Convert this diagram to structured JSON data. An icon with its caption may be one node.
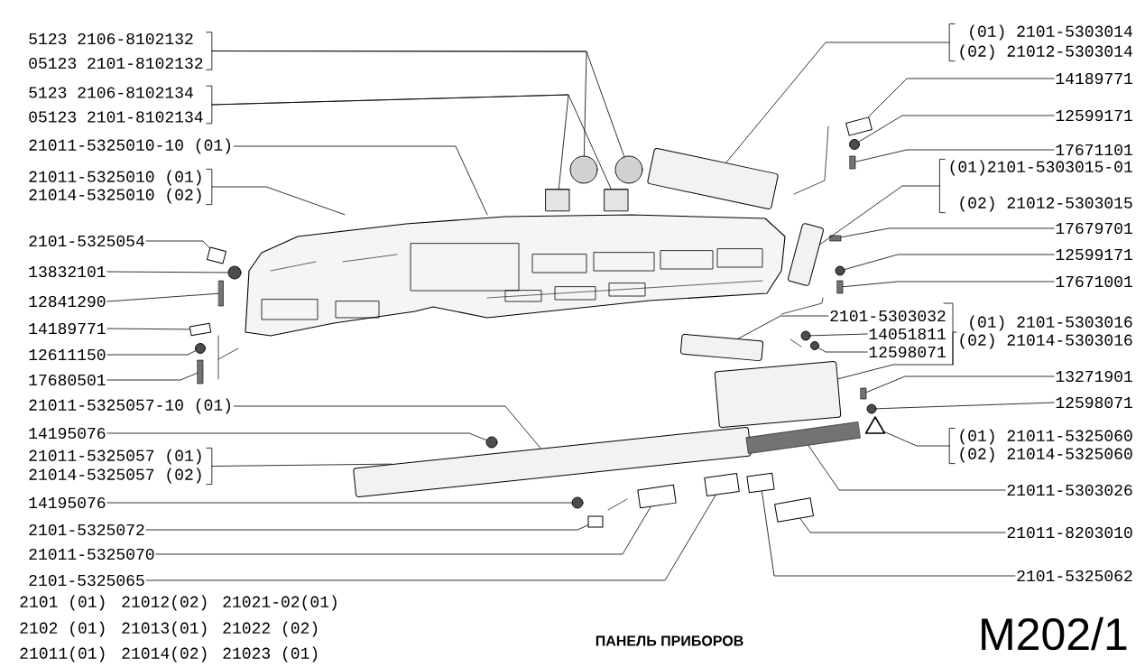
{
  "diagram": {
    "title": "ПАНЕЛЬ ПРИБОРОВ",
    "nodes": [
      {
        "text": [
          "5123 2106-8102132",
          "05123 2101-8102132"
        ]
      },
      {
        "text": [
          "5123 2106-8102134",
          "05123 2101-8102134"
        ]
      },
      {
        "text": [
          "21011-5325010-10 (01)"
        ]
      },
      {
        "text": [
          "21011-5325010 (01)",
          "21014-5325010 (02)"
        ]
      },
      {
        "text": [
          "2101-5325054"
        ]
      },
      {
        "text": [
          "13832101"
        ]
      },
      {
        "text": [
          "12841290"
        ]
      },
      {
        "text": [
          "14189771"
        ]
      },
      {
        "text": [
          "12611150"
        ]
      },
      {
        "text": [
          "17680501"
        ]
      },
      {
        "text": [
          "21011-5325057-10 (01)"
        ]
      },
      {
        "text": [
          "14195076"
        ]
      },
      {
        "text": [
          "21011-5325057 (01)",
          "21014-5325057 (02)"
        ]
      },
      {
        "text": [
          "14195076"
        ]
      },
      {
        "text": [
          "2101-5325072"
        ]
      },
      {
        "text": [
          "21011-5325070"
        ]
      },
      {
        "text": [
          "2101-5325065"
        ]
      },
      {
        "text": [
          "(01) 2101-5303014",
          "(02) 21012-5303014"
        ]
      },
      {
        "text": [
          "14189771"
        ]
      },
      {
        "text": [
          "12599171"
        ]
      },
      {
        "text": [
          "17671101"
        ]
      },
      {
        "text": [
          "(01)2101-5303015-01",
          "(02) 21012-5303015"
        ]
      },
      {
        "text": [
          "17679701"
        ]
      },
      {
        "text": [
          "12599171"
        ]
      },
      {
        "text": [
          "17671001"
        ]
      },
      {
        "text": [
          "2101-5303032"
        ]
      },
      {
        "text": [
          "14051811"
        ]
      },
      {
        "text": [
          "12598071"
        ]
      },
      {
        "text": [
          "(01) 2101-5303016",
          "(02) 21014-5303016"
        ]
      },
      {
        "text": [
          "13271901"
        ]
      },
      {
        "text": [
          "12598071"
        ]
      },
      {
        "text": [
          "(01) 21011-5325060",
          "(02) 21014-5325060"
        ]
      },
      {
        "text": [
          "21011-5303026"
        ]
      },
      {
        "text": [
          "21011-8203010"
        ]
      },
      {
        "text": [
          "2101-5325062"
        ]
      },
      {
        "text": [],
        "shape": "box"
      },
      {
        "text": [],
        "shape": "box"
      },
      {
        "text": [],
        "shape": "circle"
      },
      {
        "text": [],
        "shape": "bar"
      },
      {
        "text": [],
        "shape": "bar"
      },
      {
        "text": [],
        "shape": "circle"
      },
      {
        "text": [],
        "shape": "picture"
      },
      {
        "text": [],
        "shape": "picture"
      },
      {
        "text": [],
        "shape": "circle"
      },
      {
        "text": [],
        "shape": "circle"
      },
      {
        "text": [],
        "shape": "cylinder"
      },
      {
        "text": [],
        "shape": "circle"
      },
      {
        "text": [],
        "shape": "box"
      },
      {
        "text": [],
        "shape": "circle"
      },
      {
        "text": [],
        "shape": "cylinder"
      },
      {
        "text": [],
        "shape": "box"
      },
      {
        "text": [],
        "shape": "picture"
      },
      {
        "text": [],
        "shape": "box"
      },
      {
        "text": [],
        "shape": "picture"
      },
      {
        "text": [],
        "shape": "box"
      },
      {
        "text": [],
        "shape": "picture"
      },
      {
        "text": [],
        "shape": "box"
      },
      {
        "text": [],
        "shape": "picture"
      },
      {
        "text": [],
        "shape": "bar"
      },
      {
        "text": [],
        "shape": "circle"
      },
      {
        "text": [],
        "shape": "circle"
      },
      {
        "text": [],
        "shape": "bar"
      },
      {
        "text": [],
        "shape": "circle"
      },
      {
        "text": [],
        "shape": "bar"
      },
      {
        "text": [],
        "shape": "box"
      },
      {
        "text": [],
        "shape": "circle"
      },
      {
        "text": [],
        "shape": "bar"
      },
      {
        "text": [],
        "shape": "bar"
      },
      {
        "text": [],
        "shape": "circle"
      },
      {
        "text": [],
        "shape": "triangle"
      }
    ],
    "edges": [
      {
        "from": 0,
        "to": 44,
        "arrow": "none"
      },
      {
        "from": 0,
        "to": 48,
        "arrow": "none"
      },
      {
        "from": 1,
        "to": 45,
        "arrow": "none"
      },
      {
        "from": 1,
        "to": 49,
        "arrow": "none"
      },
      {
        "from": 2,
        "to": 41,
        "arrow": "none"
      },
      {
        "from": 3,
        "to": 41,
        "arrow": "none"
      },
      {
        "from": 4,
        "to": 35,
        "arrow": "none"
      },
      {
        "from": 5,
        "to": 40,
        "arrow": "none"
      },
      {
        "from": 6,
        "to": 39,
        "arrow": "none"
      },
      {
        "from": 7,
        "to": 36,
        "arrow": "none"
      },
      {
        "from": 8,
        "to": 37,
        "arrow": "none"
      },
      {
        "from": 9,
        "to": 38,
        "arrow": "none"
      },
      {
        "from": 10,
        "to": 42,
        "arrow": "none"
      },
      {
        "from": 11,
        "to": 43,
        "arrow": "none"
      },
      {
        "from": 12,
        "to": 42,
        "arrow": "none"
      },
      {
        "from": 13,
        "to": 46,
        "arrow": "none"
      },
      {
        "from": 14,
        "to": 47,
        "arrow": "none"
      },
      {
        "from": 15,
        "to": 50,
        "arrow": "none"
      },
      {
        "from": 16,
        "to": 52,
        "arrow": "none"
      },
      {
        "from": 17,
        "to": 51,
        "arrow": "none"
      },
      {
        "from": 18,
        "to": 64,
        "arrow": "none"
      },
      {
        "from": 19,
        "to": 65,
        "arrow": "none"
      },
      {
        "from": 20,
        "to": 66,
        "arrow": "none"
      },
      {
        "from": 21,
        "to": 57,
        "arrow": "none"
      },
      {
        "from": 22,
        "to": 61,
        "arrow": "none"
      },
      {
        "from": 23,
        "to": 62,
        "arrow": "none"
      },
      {
        "from": 24,
        "to": 63,
        "arrow": "none"
      },
      {
        "from": 25,
        "to": 53,
        "arrow": "none"
      },
      {
        "from": 26,
        "to": 59,
        "arrow": "none"
      },
      {
        "from": 27,
        "to": 60,
        "arrow": "none"
      },
      {
        "from": 28,
        "to": 55,
        "arrow": "none"
      },
      {
        "from": 29,
        "to": 67,
        "arrow": "none"
      },
      {
        "from": 30,
        "to": 68,
        "arrow": "none"
      },
      {
        "from": 31,
        "to": 69,
        "arrow": "none"
      },
      {
        "from": 32,
        "to": 58,
        "arrow": "none"
      },
      {
        "from": 33,
        "to": 56,
        "arrow": "none"
      },
      {
        "from": 34,
        "to": 54,
        "arrow": "none"
      }
    ],
    "labels": [
      "2101 (01)",
      "21012(02)",
      "21021-02(01)",
      "2102 (01)",
      "21013(01)",
      "21022 (02)",
      "21011(01)",
      "21014(02)",
      "21023 (01)",
      "M202/1"
    ]
  }
}
